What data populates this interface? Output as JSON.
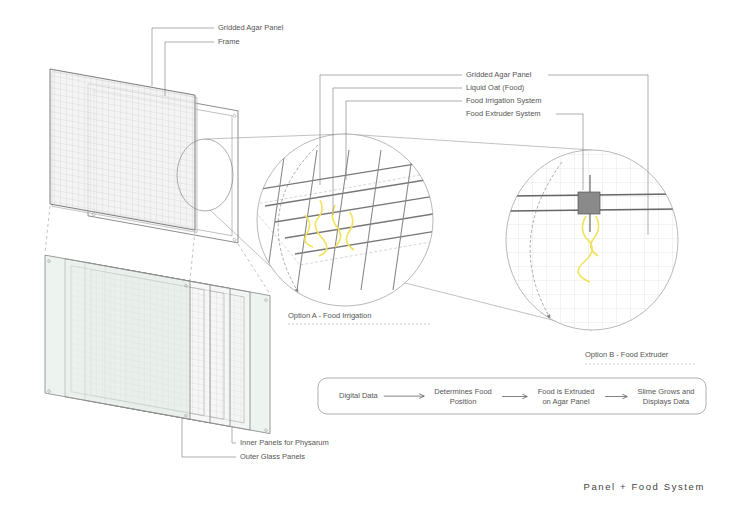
{
  "diagram": {
    "title": "Panel + Food System",
    "nodes": [
      {
        "text": [
          "Digital Data"
        ]
      },
      {
        "text": [
          "Determines Food Position"
        ]
      },
      {
        "text": [
          "Food is Extruded on Agar Panel"
        ]
      },
      {
        "text": [
          "Slime Grows and Displays Data"
        ]
      }
    ],
    "edges": [
      {
        "from": 0,
        "to": 1,
        "arrow": "to"
      },
      {
        "from": 1,
        "to": 2,
        "arrow": "to"
      },
      {
        "from": 2,
        "to": 3,
        "arrow": "to"
      }
    ],
    "labels": [
      "Gridded Agar Panel",
      "Frame",
      "Gridded Agar Panel",
      "Liquid Oat (Food)",
      "Food Irrigation System",
      "Food Extruder System",
      "Option A - Food Irrigation",
      "Option B - Food Extruder",
      "Inner Panels for Physarum",
      "Outer Glass Panels"
    ]
  }
}
